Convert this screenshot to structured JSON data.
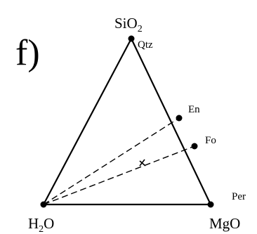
{
  "panel": {
    "label": "f)"
  },
  "vertices": {
    "top": {
      "base": "SiO",
      "subscript": "2"
    },
    "left": {
      "base": "H",
      "subscript": "2",
      "suffix": "O"
    },
    "right": {
      "base": "MgO"
    }
  },
  "phases": [
    {
      "id": "qtz",
      "label": "Qtz"
    },
    {
      "id": "en",
      "label": "En"
    },
    {
      "id": "fo",
      "label": "Fo"
    },
    {
      "id": "per",
      "label": "Per"
    }
  ],
  "colors": {
    "ink": "#000000",
    "background": "#ffffff"
  }
}
